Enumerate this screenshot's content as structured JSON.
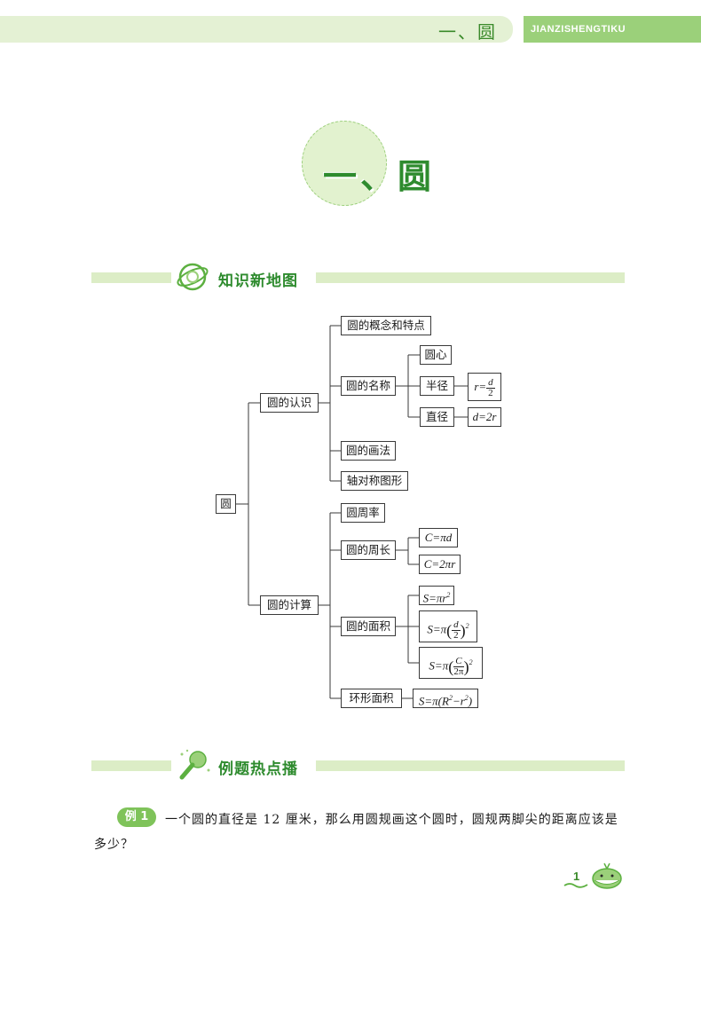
{
  "header": {
    "chapter": "一、圆",
    "tag": "JIANZISHENGTIKU"
  },
  "chapter_title": "一、圆",
  "sections": {
    "knowledge_map": "知识新地图",
    "examples": "例题热点播"
  },
  "tree": {
    "root": "圆",
    "recognize": "圆的认识",
    "calculate": "圆的计算",
    "concept": "圆的概念和特点",
    "names": "圆的名称",
    "center": "圆心",
    "radius": "半径",
    "diameter": "直径",
    "drawing": "圆的画法",
    "symmetry": "轴对称图形",
    "pi": "圆周率",
    "perimeter": "圆的周长",
    "area": "圆的面积",
    "ring": "环形面积",
    "f_r_lhs": "r=",
    "f_r_num": "d",
    "f_r_den": "2",
    "f_d": "d=2r",
    "f_c1": "C=πd",
    "f_c2": "C=2πr",
    "f_s1": "S=πr",
    "f_s1_sup": "2",
    "f_s2_lhs": "S=π",
    "f_s2_num": "d",
    "f_s2_den": "2",
    "f_s2_sup": "2",
    "f_s3_lhs": "S=π",
    "f_s3_num": "C",
    "f_s3_den": "2π",
    "f_s3_sup": "2",
    "f_ring_a": "S=π(R",
    "f_ring_sup1": "2",
    "f_ring_b": "−r",
    "f_ring_sup2": "2",
    "f_ring_c": ")"
  },
  "example": {
    "badge": "例 1",
    "text": "一个圆的直径是 12 厘米，那么用圆规画这个圆时，圆规两脚尖的距离应该是多少？"
  },
  "page_number": "1"
}
